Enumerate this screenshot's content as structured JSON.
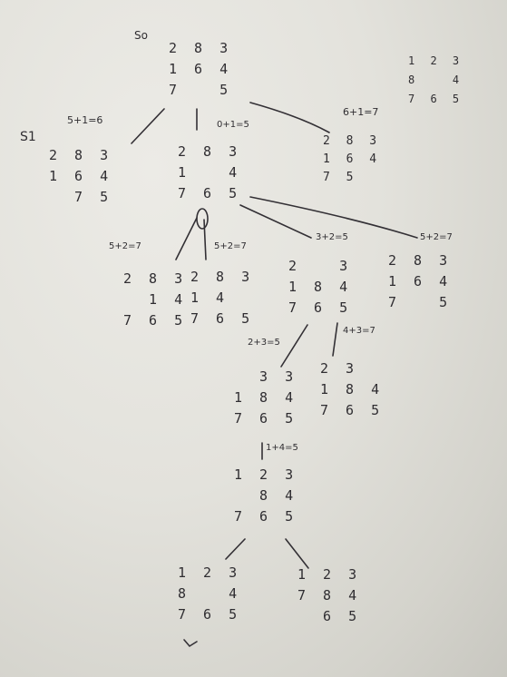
{
  "labels": {
    "s0": "So",
    "s1": "S1",
    "c1": "5+1=6",
    "c2": "0+1=5",
    "c3": "6+1=7",
    "c4": "5+2=7",
    "c5": "5+2=7",
    "c6": "3+2=5",
    "c7": "5+2=7",
    "c8": "2+3=5",
    "c9": "4+3=7",
    "c10": "1+4=5"
  },
  "goal": [
    "1 2 3",
    "8   4",
    "7 6 5"
  ],
  "root": [
    "2 8 3",
    "1 6 4",
    "7   5"
  ],
  "level1": {
    "left": [
      "2 8 3",
      "1 6 4",
      "  7 5"
    ],
    "middle": [
      "2 8 3",
      "1   4",
      "7 6 5"
    ],
    "right": [
      "2 8 3",
      "1 6 4",
      "7 5"
    ]
  },
  "level2": {
    "a": [
      "2 8 3",
      "  1 4",
      "7 6 5"
    ],
    "b": [
      "2 8 3",
      "1 4",
      "7 6 5"
    ],
    "c": [
      "2   3",
      "1 8 4",
      "7 6 5"
    ],
    "d": [
      "2 8 3",
      "1 6 4",
      "7   5"
    ]
  },
  "level3": {
    "left": [
      "  3 3",
      "1 8 4",
      "7 6 5"
    ],
    "right": [
      "2 3",
      "1 8 4",
      "7 6 5"
    ]
  },
  "level4": [
    "1 2 3",
    "  8 4",
    "7 6 5"
  ],
  "level5": {
    "left": [
      "1 2 3",
      "8   4",
      "7 6 5"
    ],
    "right": [
      "1 2 3",
      "7 8 4",
      "  6 5"
    ]
  }
}
